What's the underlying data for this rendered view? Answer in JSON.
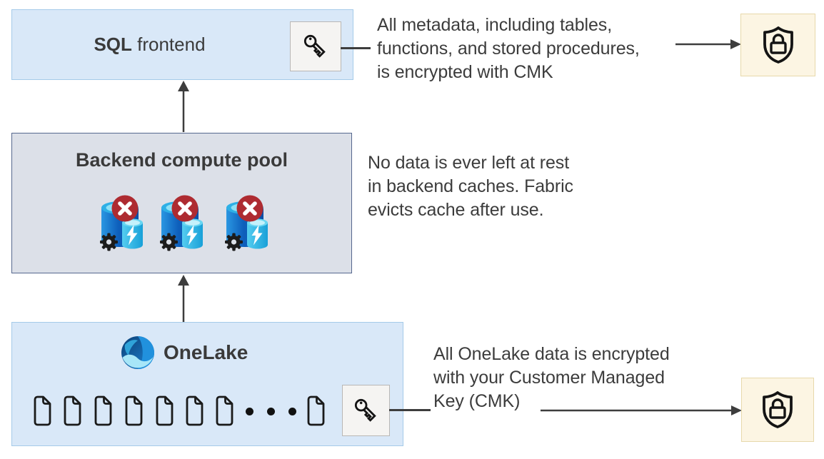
{
  "boxes": {
    "sql_frontend": {
      "title_bold": "SQL",
      "title_rest": " frontend"
    },
    "backend_compute_pool": {
      "title": "Backend compute pool"
    },
    "onelake": {
      "title": "OneLake"
    }
  },
  "annotations": {
    "sql_metadata": {
      "lines": [
        "All metadata, including tables,",
        "functions, and stored procedures,",
        "is encrypted with CMK"
      ]
    },
    "backend_cache": {
      "lines": [
        "No data is ever left at rest",
        "in backend caches. Fabric",
        "evicts cache after use."
      ]
    },
    "onelake_cmk": {
      "lines": [
        "All OneLake data is encrypted",
        "with your Customer Managed",
        "Key (CMK)"
      ]
    }
  },
  "icons": {
    "key": "key-icon",
    "shield_lock": "shield-lock-icon",
    "document": "document-icon",
    "cache_database": "cache-database-evicted-icon",
    "no_symbol": "no-symbol-icon",
    "gear": "gear-icon",
    "lightning": "lightning-icon",
    "onelake_logo": "onelake-logo",
    "ellipsis": "ellipsis-dots"
  },
  "colors": {
    "box_blue_fill": "#d9e8f8",
    "box_blue_border": "#a5cbe9",
    "box_gray_fill": "#dce0e8",
    "box_gray_border": "#56688e",
    "key_panel_fill": "#f5f4f2",
    "key_panel_border": "#b9b7b5",
    "shield_panel_fill": "#fcf5e3",
    "shield_panel_border": "#e7d9ab",
    "arrow": "#3d3d3d",
    "text": "#3c3c3c",
    "badge_red": "#ae2b31",
    "cylinder_blue_dark": "#0e60bc",
    "cylinder_cyan": "#2eb0e6"
  }
}
